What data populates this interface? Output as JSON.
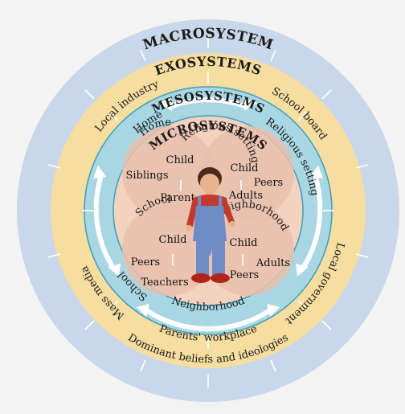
{
  "levels": {
    "macro": "MACROSYSTEM",
    "exo": "EXOSYSTEMS",
    "meso": "MESOSYSTEMS",
    "micro": "MICROSYSTEMS"
  },
  "macro_items": {
    "bottom": "Dominant beliefs and ideologies"
  },
  "exo_items": {
    "local_industry": "Local industry",
    "school_board": "School board",
    "mass_media": "Mass media",
    "local_government": "Local government",
    "parents_workplace": "Parents' workplace"
  },
  "meso_items": {
    "home": "Home",
    "religious_setting": "Religious setting",
    "school": "School",
    "neighborhood": "Neighborhood"
  },
  "micro": {
    "home": {
      "title": "Home",
      "child": "Child",
      "siblings": "Siblings",
      "parent": "Parent"
    },
    "religious": {
      "title": "Religious setting",
      "child": "Child",
      "peers": "Peers",
      "adults": "Adults"
    },
    "school": {
      "title": "School",
      "child": "Child",
      "peers": "Peers",
      "teachers": "Teachers"
    },
    "neighborhood": {
      "title": "Neighborhood",
      "child": "Child",
      "adults": "Adults",
      "peers": "Peers"
    }
  },
  "colors": {
    "macro_ring": "#c9d7ea",
    "exo_ring": "#f6dda0",
    "meso_ring": "#a8d7e3",
    "micro_disc": "#f3d3c0",
    "circles": "#e7c0ad",
    "border": "#3d9fb5",
    "arrow": "#ffffff",
    "shirt": "#c23a2b",
    "overalls": "#6f8bc6"
  }
}
